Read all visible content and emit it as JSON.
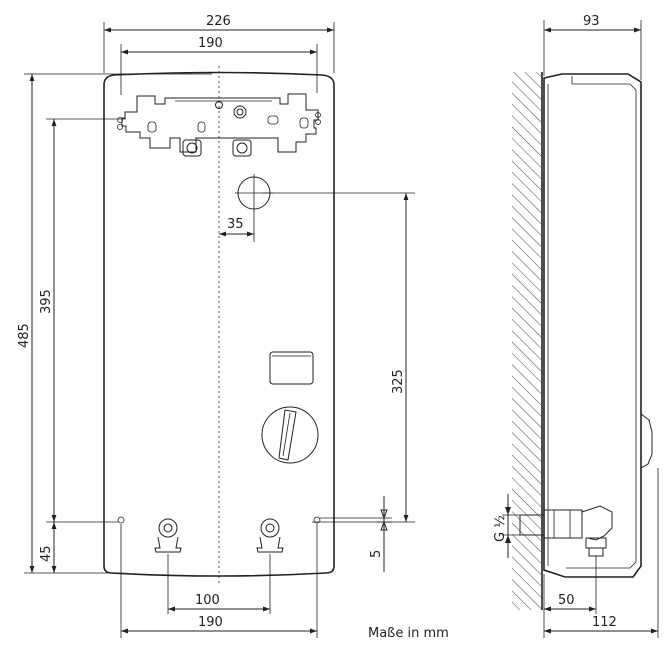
{
  "front_view": {
    "width_outer": "226",
    "width_bracket": "190",
    "height_total": "485",
    "height_hanging": "395",
    "height_inlet": "325",
    "offset_inlet": "35",
    "bottom_offset": "45",
    "pipe_offset": "5",
    "pipe_spacing": "100",
    "bottom_width": "190"
  },
  "side_view": {
    "depth_top": "93",
    "depth_bottom": "112",
    "thread_label": "G ½",
    "connection_offset": "50"
  },
  "caption": "Maße in mm"
}
